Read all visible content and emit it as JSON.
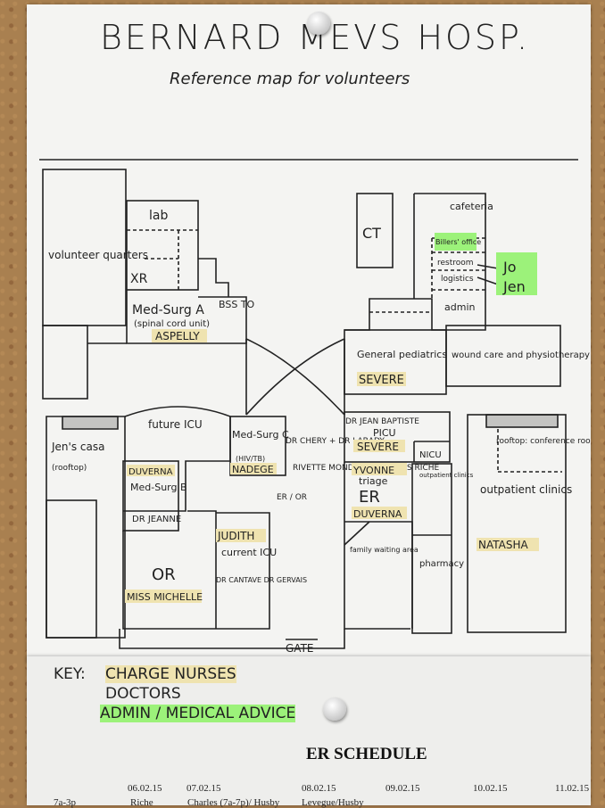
{
  "header": {
    "title": "BERNARD MEVS HOSP.",
    "subtitle": "Reference map for volunteers"
  },
  "rooms": {
    "volunteer_quarters": "volunteer quarters",
    "lab": "lab",
    "xr": "XR",
    "med_surg_a": "Med-Surg A",
    "spinal": "(spinal cord unit)",
    "med_surg_a_nurse": "ASPELLY",
    "med_surg_a_dr": "BSS TO",
    "ct": "CT",
    "cafeteria": "cafeteria",
    "billers": "Billers' office",
    "restroom": "restroom",
    "logistics": "logistics",
    "admin": "admin",
    "jo": "Jo",
    "jen": "Jen",
    "general_peds": "General pediatrics",
    "general_peds_nurse": "SEVERE",
    "wound_care": "wound care and physiotherapy",
    "future_icu": "future ICU",
    "jens_casa": "Jen's casa",
    "rooftop": "(rooftop)",
    "med_surg_c": "Med-Surg C",
    "hiv_tb": "(HIV/TB)",
    "med_surg_c_nurse": "NADEGE",
    "med_surg_c_drs": "DR CHERY + DR LABADY",
    "picu_dr": "DR JEAN BAPTISTE",
    "picu": "PICU",
    "picu_nurse": "SEVERE",
    "nicu": "NICU",
    "rooftop_conf": "rooftop: conference room",
    "med_surg_b_nurse": "DUVERNA",
    "med_surg_b": "Med-Surg B",
    "med_surg_b_dr": "DR JEANNE",
    "er_or_label": "ER / OR",
    "er_or_drs": "RIVETTE MONDESIR CHARLES RICHE",
    "triage_nurse": "YVONNE",
    "triage": "triage",
    "er": "ER",
    "er_nurse": "DUVERNA",
    "outpatient_clinics_small": "outpatient clinics",
    "outpatient_clinics": "outpatient clinics",
    "outpatient_nurse": "NATASHA",
    "judith": "JUDITH",
    "current_icu": "current ICU",
    "icu_drs": "DR CANTAVE  DR GERVAIS",
    "or": "OR",
    "or_nurse": "MISS MICHELLE",
    "family_waiting": "family waiting area",
    "pharmacy": "pharmacy",
    "gate": "GATE"
  },
  "key": {
    "label": "KEY:",
    "charge_nurses": "CHARGE NURSES",
    "doctors": "DOCTORS",
    "admin": "ADMIN / MEDICAL ADVICE"
  },
  "colors": {
    "nurse_highlight": "#efe3b0",
    "admin_highlight": "#9cf27a"
  },
  "schedule": {
    "title": "ER SCHEDULE",
    "dates": [
      "06.02.15",
      "07.02.15",
      "08.02.15",
      "09.02.15",
      "10.02.15",
      "11.02.15"
    ],
    "row_label": "7a-3p",
    "row_values": [
      "Riche",
      "Charles (7a-7p)/ Husby",
      "Levegue/Husby"
    ]
  }
}
